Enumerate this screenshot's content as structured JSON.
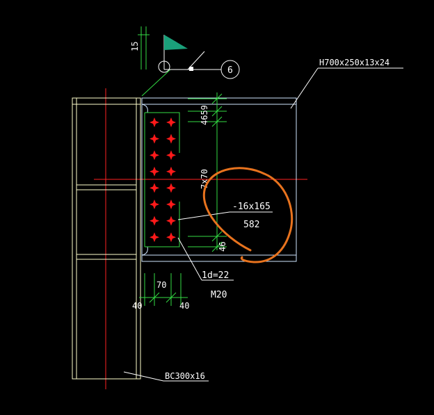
{
  "drawing": {
    "background": "#000000",
    "colors": {
      "column": "#ffffcc",
      "beam": "#cfe6ff",
      "dim": "#33dd44",
      "bolt": "#ff1a1a",
      "centerline": "#ff2222",
      "markup": "#e8731e",
      "text": "#ffffff",
      "weld_flag": "#1aa07a"
    },
    "labels": {
      "beam_section": "H700x250x13x24",
      "column_section": "BC300x16",
      "plate_spec": "-16x165",
      "plate_length": "582",
      "bolt_hole": "d=22",
      "bolt_count_prefix": "1",
      "bolt_grade": "M20",
      "weld_size": "15",
      "weld_ref": "6",
      "dim_top": "4659",
      "dim_pitch": "7x70",
      "dim_bottom": "46",
      "dim_gauge": "70",
      "dim_edge_left": "40",
      "dim_edge_right": "40"
    },
    "bolts": {
      "rows": 8,
      "columns": 2
    }
  }
}
